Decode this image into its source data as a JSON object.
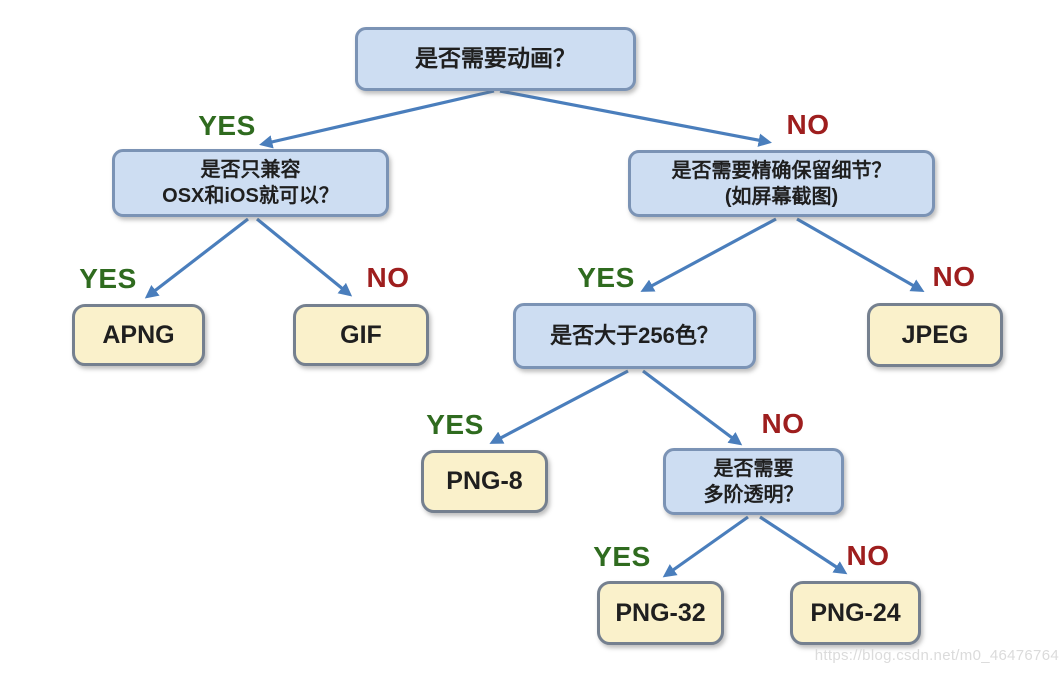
{
  "diagram": {
    "description": "image-format decision tree",
    "type": "flowchart"
  },
  "palette": {
    "question_fill": "#cdddf2",
    "question_border": "#7b93b5",
    "result_fill": "#faf1cb",
    "result_border": "#75808f",
    "arrow_color": "#4a7ebc",
    "yes_color": "#2f6b1f",
    "no_color": "#9e1e1e",
    "node_text_color": "#1f1f1f",
    "watermark_color": "#dbdbdb",
    "background": "#ffffff"
  },
  "branch_labels": {
    "yes": "YES",
    "no": "NO"
  },
  "nodes": {
    "need_animation": {
      "label": "是否需要动画？",
      "type": "question"
    },
    "osx_ios": {
      "label": "是否只兼容\nOSX和iOS就可以？",
      "type": "question"
    },
    "keep_detail": {
      "label": "是否需要精确保留细节？\n(如屏幕截图)",
      "type": "question"
    },
    "gt_256_colors": {
      "label": "是否大于256色？",
      "type": "question"
    },
    "multi_alpha": {
      "label": "是否需要\n多阶透明？",
      "type": "question"
    },
    "apng": {
      "label": "APNG",
      "type": "result"
    },
    "gif": {
      "label": "GIF",
      "type": "result"
    },
    "jpeg": {
      "label": "JPEG",
      "type": "result"
    },
    "png8": {
      "label": "PNG-8",
      "type": "result"
    },
    "png32": {
      "label": "PNG-32",
      "type": "result"
    },
    "png24": {
      "label": "PNG-24",
      "type": "result"
    }
  },
  "edges": [
    {
      "from": "need_animation",
      "answer": "YES",
      "to": "osx_ios"
    },
    {
      "from": "need_animation",
      "answer": "NO",
      "to": "keep_detail"
    },
    {
      "from": "osx_ios",
      "answer": "YES",
      "to": "apng"
    },
    {
      "from": "osx_ios",
      "answer": "NO",
      "to": "gif"
    },
    {
      "from": "keep_detail",
      "answer": "YES",
      "to": "gt_256_colors"
    },
    {
      "from": "keep_detail",
      "answer": "NO",
      "to": "jpeg"
    },
    {
      "from": "gt_256_colors",
      "answer": "YES",
      "to": "png8"
    },
    {
      "from": "gt_256_colors",
      "answer": "NO",
      "to": "multi_alpha"
    },
    {
      "from": "multi_alpha",
      "answer": "YES",
      "to": "png32"
    },
    {
      "from": "multi_alpha",
      "answer": "NO",
      "to": "png24"
    }
  ],
  "watermark": "https://blog.csdn.net/m0_46476764"
}
